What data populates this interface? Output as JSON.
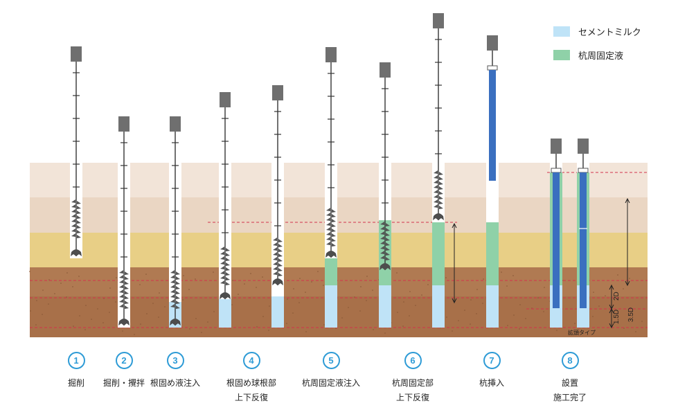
{
  "legend": [
    {
      "label": "セメントミルク",
      "color": "#bfe3f7"
    },
    {
      "label": "杭周固定液",
      "color": "#8fd1a8"
    }
  ],
  "colors": {
    "cement_milk": "#bfe3f7",
    "fixing_liquid": "#8fd1a8",
    "pile": "#3a6fbf",
    "machine": "#6f6f6f",
    "dashed_line": "#d3324c",
    "step_number": "#2e9bd6",
    "strata": [
      "#f2e4d8",
      "#ead6c3",
      "#e8cf86",
      "#b07a52",
      "#a87049"
    ]
  },
  "steps": [
    {
      "num": "1",
      "lines": [
        "掘削"
      ]
    },
    {
      "num": "2",
      "lines": [
        "掘削・攪拌"
      ]
    },
    {
      "num": "3",
      "lines": [
        "根固め液注入"
      ]
    },
    {
      "num": "4",
      "lines": [
        "根固め球根部",
        "上下反復"
      ]
    },
    {
      "num": "5",
      "lines": [
        "杭周固定液注入"
      ]
    },
    {
      "num": "6",
      "lines": [
        "杭周固定部",
        "上下反復"
      ]
    },
    {
      "num": "7",
      "lines": [
        "杭挿入"
      ]
    },
    {
      "num": "8",
      "lines": [
        "設置",
        "施工完了"
      ]
    }
  ],
  "dimensions": {
    "upper": "3.5D",
    "middle": "2D",
    "lower": "1.5D",
    "type_note": "拡頭タイプ"
  }
}
